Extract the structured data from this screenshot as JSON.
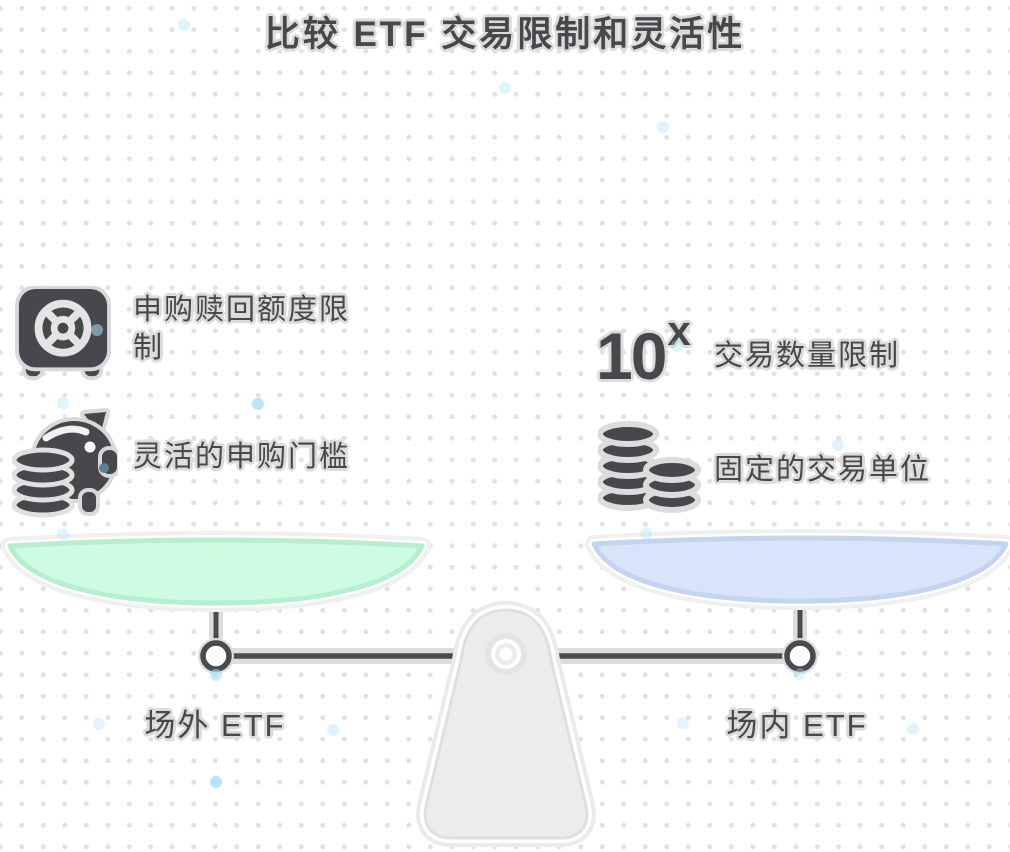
{
  "title": "比较 ETF 交易限制和灵活性",
  "left_side": {
    "pan_label": "场外 ETF",
    "items": [
      {
        "icon": "safe-icon",
        "label": "申购赎回额度限制"
      },
      {
        "icon": "piggy-bank-coins-icon",
        "label": "灵活的申购门槛"
      }
    ]
  },
  "right_side": {
    "pan_label": "场内 ETF",
    "items": [
      {
        "icon": "exponent-10x-icon",
        "icon_base": "10",
        "icon_exponent": "x",
        "label": "交易数量限制"
      },
      {
        "icon": "coin-stacks-icon",
        "label": "固定的交易单位"
      }
    ]
  },
  "colors": {
    "left_pan_fill": "#cdfce2",
    "left_pan_border": "#b7eecf",
    "right_pan_fill": "#d9e4f9",
    "right_pan_border": "#c4d4f0",
    "ink": "#46484b",
    "halo": "#dbdbdb",
    "accent_dot": "#a9def4"
  }
}
